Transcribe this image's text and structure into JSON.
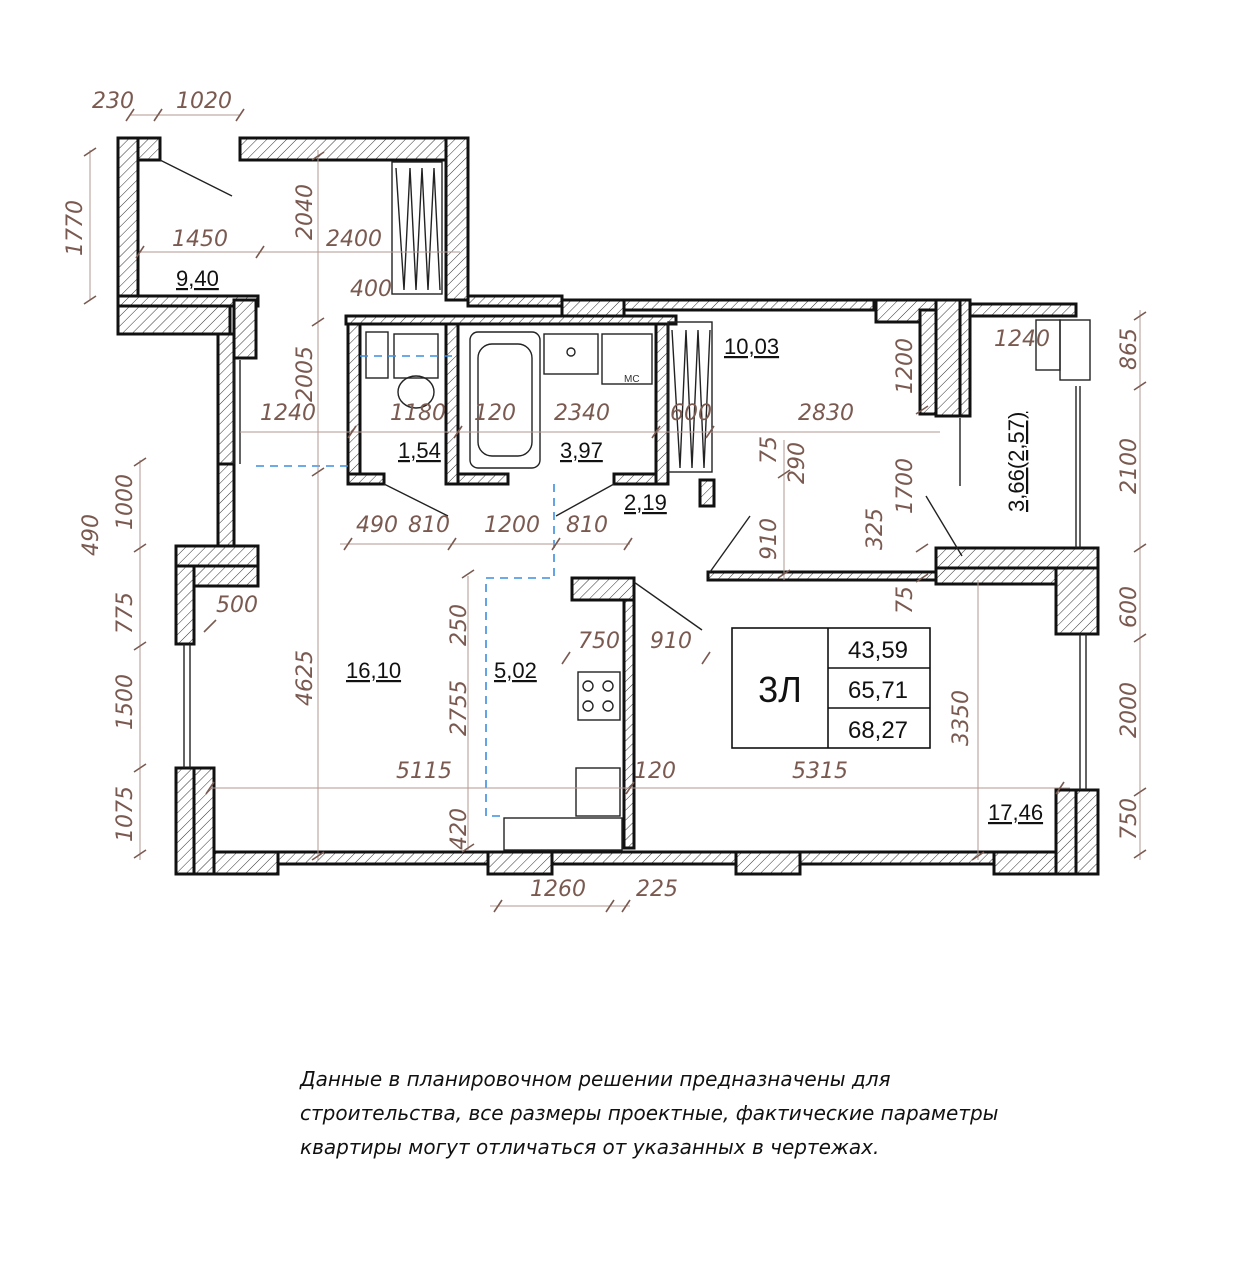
{
  "plan": {
    "apartment_code": "3Л",
    "areas_table": [
      "43,59",
      "65,71",
      "68,27"
    ],
    "room_areas": {
      "hall_top": "9,40",
      "wc": "1,54",
      "bath": "3,97",
      "corridor": "2,19",
      "bedroom": "10,03",
      "balcony": "3,66(2,57)",
      "living": "16,10",
      "kitchen": "5,02",
      "room_right": "17,46"
    },
    "fixture_labels": {
      "washer": "МС"
    },
    "dimensions": {
      "top_230": "230",
      "top_1020": "1020",
      "left_1770": "1770",
      "v_2040": "2040",
      "h_1450": "1450",
      "h_2400": "2400",
      "h_400": "400",
      "v_2005": "2005",
      "h_1240_left": "1240",
      "h_1180": "1180",
      "h_120_a": "120",
      "h_2340": "2340",
      "h_600": "600",
      "h_2830": "2830",
      "v_1200_r": "1200",
      "h_1240_bal": "1240",
      "v_865": "865",
      "v_2100": "2100",
      "v_75_a": "75",
      "v_290": "290",
      "v_1700": "1700",
      "v_325": "325",
      "v_910": "910",
      "v_75_b": "75",
      "v_1000": "1000",
      "v_490": "490",
      "h_490": "490",
      "h_810_a": "810",
      "h_1200": "1200",
      "h_810_b": "810",
      "v_775": "775",
      "h_500": "500",
      "v_250": "250",
      "h_750": "750",
      "h_910": "910",
      "v_600": "600",
      "v_1500": "1500",
      "v_4625": "4625",
      "v_2755": "2755",
      "v_3350": "3350",
      "v_2000": "2000",
      "h_5115": "5115",
      "h_120_b": "120",
      "h_5315": "5315",
      "v_1075": "1075",
      "v_420": "420",
      "v_750": "750",
      "h_1260": "1260",
      "h_225": "225"
    }
  },
  "note": {
    "text": "Данные в планировочном решении предназначены для строительства, все размеры проектные, фактические параметры квартиры могут отличаться от указанных в чертежах."
  }
}
